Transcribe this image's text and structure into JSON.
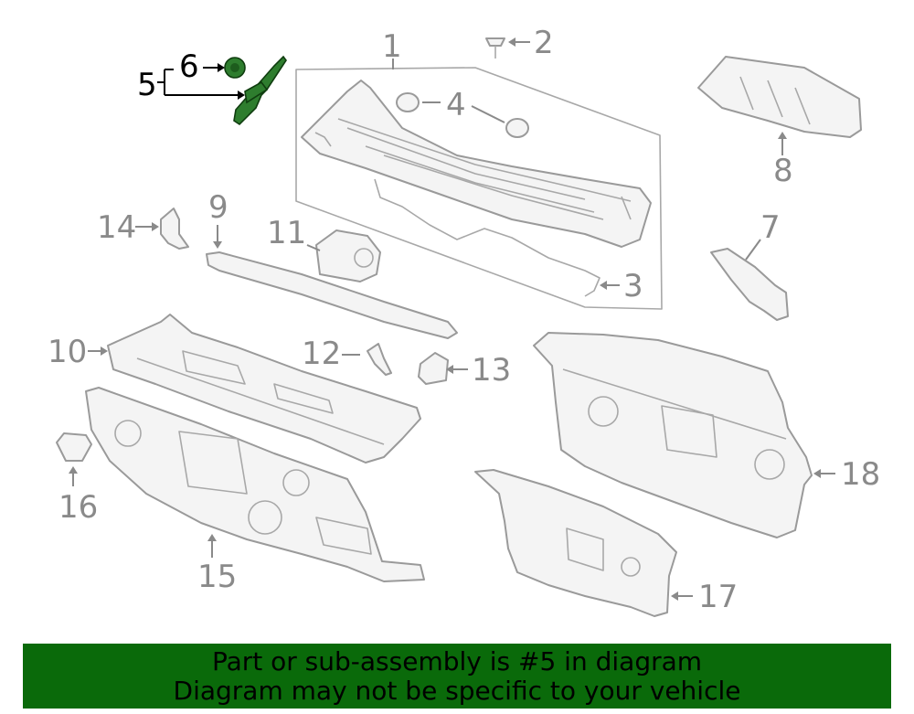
{
  "diagram": {
    "highlighted_part": "5",
    "highlight_color": "#2e7d2e",
    "callouts": [
      "1",
      "2",
      "3",
      "4",
      "5",
      "6",
      "7",
      "8",
      "9",
      "10",
      "11",
      "12",
      "13",
      "14",
      "15",
      "16",
      "17",
      "18"
    ]
  },
  "banner": {
    "background": "#0a6a0a",
    "line1": "Part or sub-assembly is #5 in diagram",
    "line2": "Diagram may not be specific to your vehicle"
  }
}
